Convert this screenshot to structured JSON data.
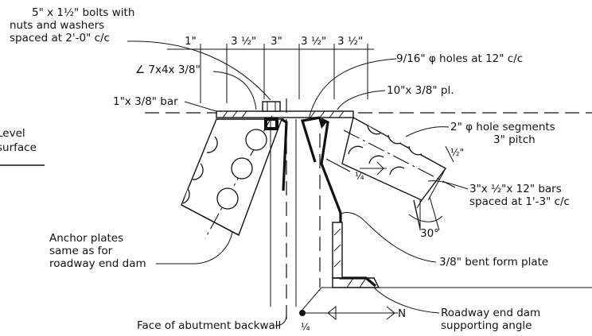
{
  "labels": {
    "bolts_line1": "5\" x 1½\" bolts with",
    "bolts_line2": "nuts and washers",
    "bolts_line3": "spaced at 2'-0\" c/c",
    "angle": "∠ 7x4x 3/8\"",
    "bar": "1\"x 3/8\" bar",
    "level_surface_line1": "Level",
    "level_surface_line2": "surface",
    "holes": "9/16\" φ holes at 12\" c/c",
    "plate": "10\"x 3/8\" pl.",
    "hole_segments_line1": "2\" φ hole segments",
    "hole_segments_line2": "3\" pitch",
    "half_inch": "½\"",
    "bars_line1": "3\"x ½\"x 12\"   bars",
    "bars_line2": "spaced at 1'-3\" c/c",
    "angle_30": "30°",
    "anchor_line1": "Anchor plates",
    "anchor_line2": "same as for",
    "anchor_line3": "roadway end dam",
    "bent_plate": "3/8\" bent form plate",
    "face_abutment": "Face of abutment backwall",
    "roadway_angle_line1": "Roadway end  dam",
    "roadway_angle_line2": "supporting  angle",
    "weld_quarter_upper": "¼",
    "weld_quarter_lower": "¼",
    "weld_n": "N"
  },
  "dimensions": [
    "1\"",
    "3 ½\"",
    "3\"",
    "3 ½\"",
    "3 ½\""
  ]
}
